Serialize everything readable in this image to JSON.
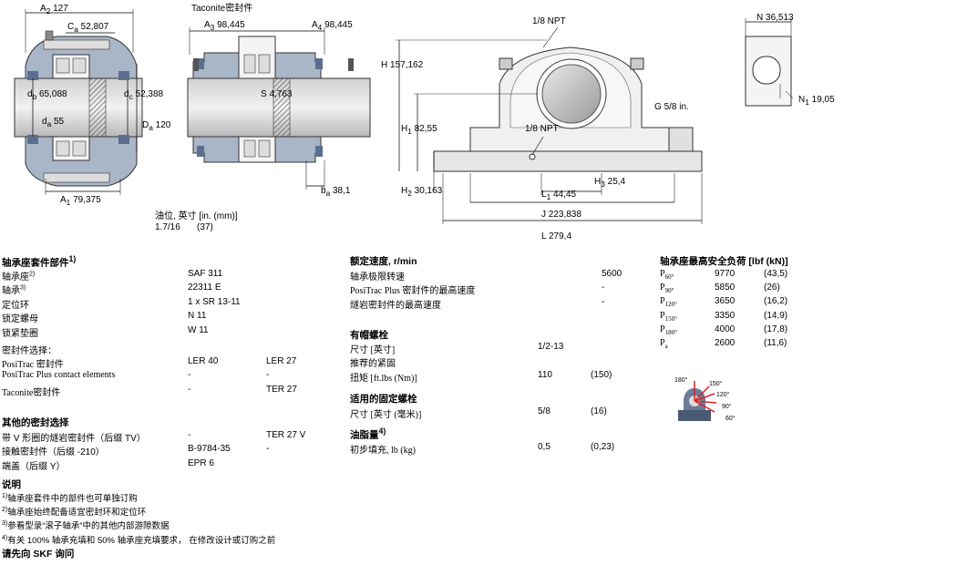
{
  "drawing": {
    "A2": "A",
    "A2_sub": "2",
    "A2_val": "127",
    "Ca": "C",
    "Ca_sub": "a",
    "Ca_val": "52,807",
    "db": "d",
    "db_sub": "b",
    "db_val": "65,088",
    "da": "d",
    "da_sub": "a",
    "da_val": "55",
    "dc": "d",
    "dc_sub": "c",
    "dc_val": "52,388",
    "Da": "D",
    "Da_sub": "a",
    "Da_val": "120",
    "A1": "A",
    "A1_sub": "1",
    "A1_val": "79,375",
    "taconite_label": "Taconite密封件",
    "A3": "A",
    "A3_sub": "3",
    "A3_val": "98,445",
    "A4": "A",
    "A4_sub": "4",
    "A4_val": "98,445",
    "S": "S",
    "S_val": "4,763",
    "ba": "b",
    "ba_sub": "a",
    "ba_val": "38,1",
    "oil_label": "油位, 英寸 [in. (mm)]",
    "oil_in": "1.7/16",
    "oil_mm": "(37)",
    "npt_top": "1/8 NPT",
    "H": "H",
    "H_val": "157,162",
    "H1": "H",
    "H1_sub": "1",
    "H1_val": "82,55",
    "npt_mid": "1/8 NPT",
    "H2": "H",
    "H2_sub": "2",
    "H2_val": "30,163",
    "H3": "H",
    "H3_sub": "3",
    "H3_val": "25,4",
    "L1": "L",
    "L1_sub": "1",
    "L1_val": "44,45",
    "J": "J",
    "J_val": "223,838",
    "L": "L",
    "L_val": "279,4",
    "G": "G",
    "G_val": "5/8 in.",
    "N": "N",
    "N_val": "36,513",
    "N1": "N",
    "N1_sub": "1",
    "N1_val": "19,05"
  },
  "kit": {
    "title": "轴承座套件部件",
    "title_sup": "1)",
    "rows": [
      {
        "label": "轴承座",
        "sup": "2)",
        "v1": "SAF 311",
        "v2": ""
      },
      {
        "label": "轴承",
        "sup": "3)",
        "v1": "22311 E",
        "v2": ""
      },
      {
        "label": "定位环",
        "sup": "",
        "v1": "1 x SR 13-11",
        "v2": ""
      },
      {
        "label": "锁定螺母",
        "sup": "",
        "v1": "N 11",
        "v2": ""
      },
      {
        "label": "锁紧垫圈",
        "sup": "",
        "v1": "W 11",
        "v2": ""
      }
    ],
    "seal_select": "密封件选择：",
    "seal_rows": [
      {
        "label": "PosiTrac 密封件",
        "v1": "LER 40",
        "v2": "LER 27"
      },
      {
        "label": "PosiTrac Plus contact elements",
        "v1": "-",
        "v2": "-"
      },
      {
        "label": "Taconite密封件",
        "v1": "-",
        "v2": "TER 27"
      }
    ]
  },
  "other": {
    "title": "其他的密封选择",
    "rows": [
      {
        "label": "带 V 形圈的燧岩密封件（后缀 TV）",
        "v1": "-",
        "v2": "TER 27 V"
      },
      {
        "label": "接触密封件（后缀 -210）",
        "v1": "B-9784-35",
        "v2": "-"
      },
      {
        "label": "端盖（后缀 Y）",
        "v1": "EPR 6",
        "v2": ""
      }
    ]
  },
  "notes": {
    "title": "说明",
    "rows": [
      {
        "sup": "1)",
        "text": "轴承座套件中的部件也可单独订购"
      },
      {
        "sup": "2)",
        "text": "轴承座始终配备适宜密封环和定位环"
      },
      {
        "sup": "3)",
        "text": "参看型录“滚子轴承”中的其他内部游隙数据"
      },
      {
        "sup": "4)",
        "text": "有关 100% 轴承充填和 50% 轴承座充填要求， 在修改设计或订购之前"
      }
    ],
    "footer": "请先向 SKF 询问"
  },
  "speed": {
    "title": "额定速度, r/min",
    "rows": [
      {
        "label": "轴承极限转速",
        "val": "5600"
      },
      {
        "label": "PosiTrac Plus 密封件的最高速度",
        "val": "-"
      },
      {
        "label": "燧岩密封件的最高速度",
        "val": "-"
      }
    ]
  },
  "cap_bolts": {
    "title": "有帽螺栓",
    "rows": [
      {
        "label": "尺寸 [英寸]",
        "v1": "1/2-13",
        "v2": ""
      },
      {
        "label": "推荐的紧固",
        "v1": "",
        "v2": ""
      },
      {
        "label": "扭矩 [ft.lbs (Nm)]",
        "v1": "110",
        "v2": "(150)"
      }
    ]
  },
  "attach_bolts": {
    "title": "适用的固定螺栓",
    "rows": [
      {
        "label": "尺寸 [英寸 (毫米)]",
        "v1": "5/8",
        "v2": "(16)"
      }
    ]
  },
  "grease": {
    "title": "油脂量",
    "title_sup": "4)",
    "rows": [
      {
        "label": "初步填充, lb (kg)",
        "v1": "0,5",
        "v2": "(0,23)"
      }
    ]
  },
  "loads": {
    "title": "轴承座最高安全负荷 [lbf (kN)]",
    "rows": [
      {
        "sym": "P",
        "sub": "60°",
        "v1": "9770",
        "v2": "(43,5)"
      },
      {
        "sym": "P",
        "sub": "90°",
        "v1": "5850",
        "v2": "(26)"
      },
      {
        "sym": "P",
        "sub": "120°",
        "v1": "3650",
        "v2": "(16,2)"
      },
      {
        "sym": "P",
        "sub": "150°",
        "v1": "3350",
        "v2": "(14,9)"
      },
      {
        "sym": "P",
        "sub": "180°",
        "v1": "4000",
        "v2": "(17,8)"
      },
      {
        "sym": "P",
        "sub": "a",
        "v1": "2600",
        "v2": "(11,6)"
      }
    ],
    "angles": [
      "180°",
      "150°",
      "120°",
      "90°",
      "60°"
    ]
  }
}
